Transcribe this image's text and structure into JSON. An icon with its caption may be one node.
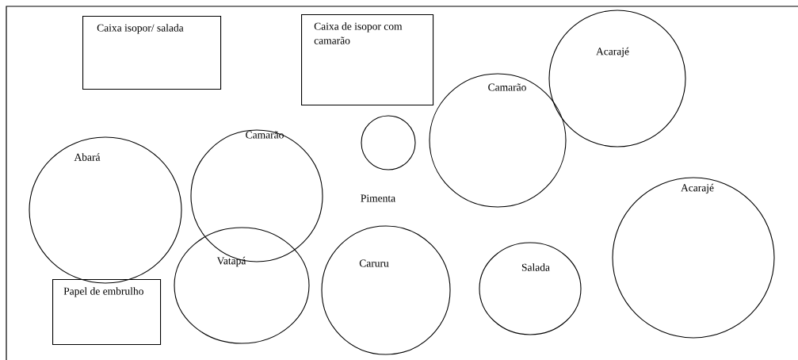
{
  "diagram": {
    "nodes": [
      {
        "text": [
          "Caixa isopor/ salada"
        ]
      },
      {
        "text": [
          "Caixa de isopor com camarão"
        ]
      },
      {
        "text": [
          "Acarajé"
        ]
      },
      {
        "text": [
          "Camarão"
        ]
      },
      {
        "text": [
          "Camarão"
        ]
      },
      {
        "text": [],
        "shape": "circle",
        "beside": [
          "Pimenta"
        ]
      },
      {
        "text": [
          "Abará"
        ]
      },
      {
        "text": [
          "Acarajé"
        ]
      },
      {
        "text": [
          "Vatapá"
        ]
      },
      {
        "text": [
          "Caruru"
        ]
      },
      {
        "text": [
          "Salada"
        ]
      },
      {
        "text": [
          "Papel de embrulho"
        ]
      }
    ]
  }
}
